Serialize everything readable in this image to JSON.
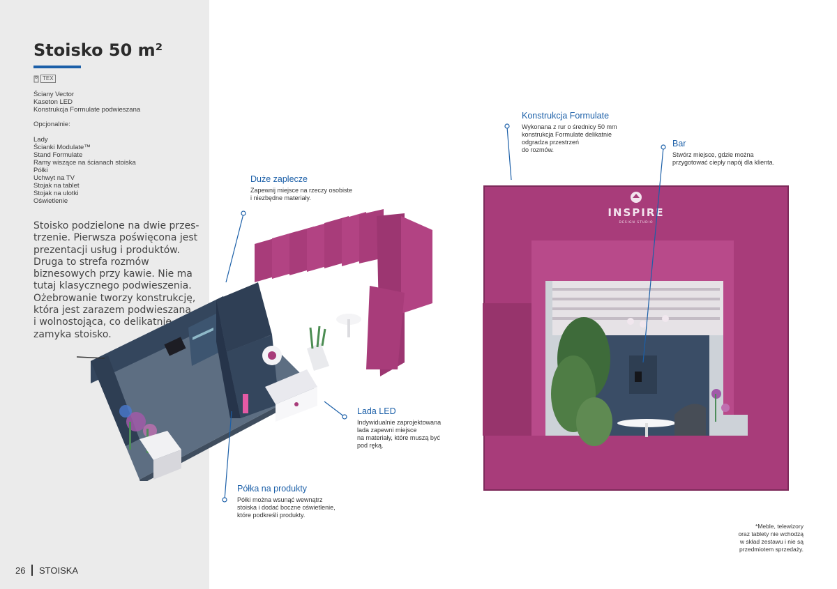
{
  "page": {
    "title": "Stoisko 50 m²",
    "tex_label": "TEX",
    "specs": [
      "Ściany Vector",
      "Kaseton LED",
      "Konstrukcja Formulate podwieszana"
    ],
    "optional_label": "Opcjonalnie:",
    "optional_items": [
      "Lady",
      "Ścianki Modulate™",
      "Stand Formulate",
      "Ramy wiszące na ścianach stoiska",
      "Półki",
      "Uchwyt na TV",
      "Stojak na tablet",
      "Stojak na ulotki",
      "Oświetlenie"
    ],
    "description": "Stoisko podzielone na dwie przes-\ntrzenie. Pierwsza poświęcona jest\nprezentacji usług i produktów.\nDruga to strefa rozmów\nbiznesowych przy kawie. Nie ma\ntutaj klasycznego podwieszenia.\nOżebrowanie tworzy konstrukcję,\nktóra jest zarazem podwieszana\ni wolnostojąca, co delikatnie\nzamyka stoisko.",
    "page_number": "26",
    "section": "STOISKA"
  },
  "callouts": {
    "formulate": {
      "title": "Konstrukcja Formulate",
      "text": "Wykonana z rur o średnicy 50 mm\nkonstrukcja Formulate delikatnie\nodgradza przestrzeń\ndo rozmów."
    },
    "bar": {
      "title": "Bar",
      "text": "Stwórz miejsce, gdzie można\nprzygotować ciepły napój dla klienta."
    },
    "zaplecze": {
      "title": "Duże zaplecze",
      "text": "Zapewnij miejsce na rzeczy osobiste\ni niezbędne materiały."
    },
    "lada": {
      "title": "Lada LED",
      "text": "Indywidualnie zaprojektowana\nlada zapewni miejsce\nna materiały, które muszą być\npod ręką."
    },
    "polka": {
      "title": "Półka na produkty",
      "text": "Półki można wsunąć wewnątrz\nstoiska i dodać boczne oświetlenie,\nktóre podkreśli produkty."
    }
  },
  "images": {
    "brand_text": "INSPIRE",
    "brand_sub": "DESIGN STUDIO",
    "colors": {
      "magenta": "#a83c7a",
      "magenta_dark": "#7d2a5a",
      "navy": "#34465d",
      "floor": "#6a7a8c",
      "accent": "#1b5fa8"
    }
  },
  "note": "*Meble, telewizory\noraz tablety nie wchodzą\nw skład zestawu i nie są\nprzedmiotem sprzedaży."
}
